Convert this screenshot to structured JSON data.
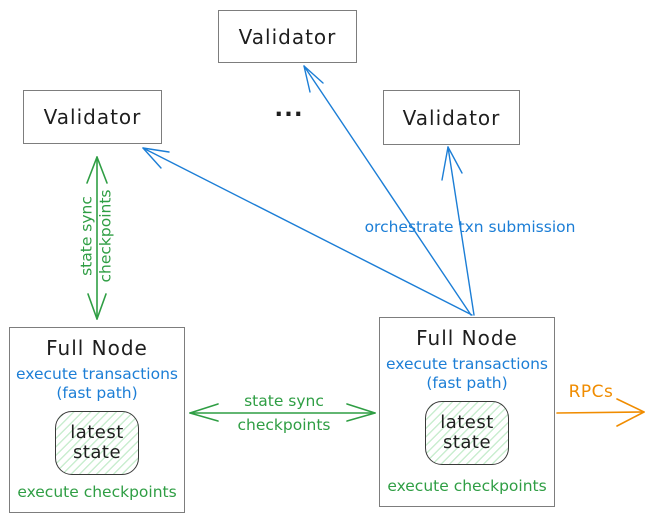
{
  "diagram": {
    "colors": {
      "green": "#2f9e44",
      "blue": "#1c7ed6",
      "orange": "#f08c00",
      "box_border": "#7d7d7d",
      "text": "#1e1e1e"
    },
    "nodes": {
      "validator_top": {
        "label": "Validator"
      },
      "validator_left": {
        "label": "Validator"
      },
      "validator_right": {
        "label": "Validator"
      },
      "ellipsis": "...",
      "full_node_left": {
        "title": "Full Node",
        "exec_line1": "execute transactions",
        "exec_line2": "(fast path)",
        "state_line1": "latest",
        "state_line2": "state",
        "footer": "execute checkpoints"
      },
      "full_node_right": {
        "title": "Full Node",
        "exec_line1": "execute transactions",
        "exec_line2": "(fast path)",
        "state_line1": "latest",
        "state_line2": "state",
        "footer": "execute checkpoints"
      }
    },
    "edges": {
      "state_sync_vertical": {
        "line1": "state sync",
        "line2": "checkpoints"
      },
      "state_sync_horizontal": {
        "line1": "state sync",
        "line2": "checkpoints"
      },
      "orchestrate": {
        "label": "orchestrate txn submission"
      },
      "rpcs": {
        "label": "RPCs"
      }
    }
  }
}
